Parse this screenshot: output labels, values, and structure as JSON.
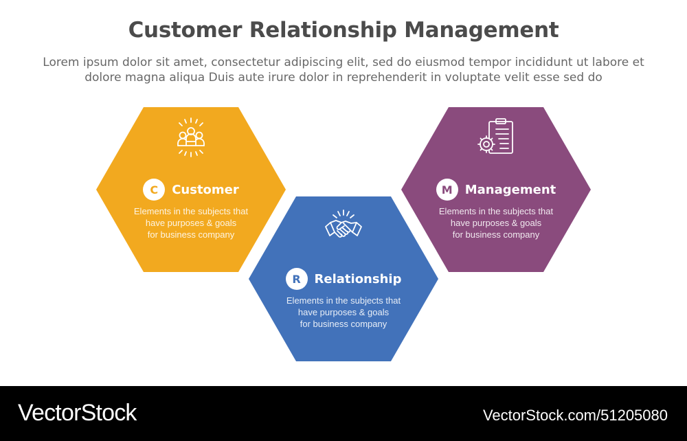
{
  "header": {
    "title": "Customer Relationship Management",
    "description": "Lorem ipsum dolor sit amet, consectetur adipiscing elit, sed do eiusmod tempor incididunt ut labore et dolore magna aliqua Duis aute irure dolor in reprehenderit in voluptate velit esse sed do"
  },
  "hexagons": [
    {
      "letter": "C",
      "title": "Customer",
      "description": "Elements in the subjects that\nhave  purposes & goals\nfor business company",
      "color": "#F2A91F",
      "icon": "people-group-icon"
    },
    {
      "letter": "R",
      "title": "Relationship",
      "description": "Elements in the subjects that\nhave  purposes & goals\nfor business company",
      "color": "#4272BA",
      "icon": "handshake-icon"
    },
    {
      "letter": "M",
      "title": "Management",
      "description": "Elements in the subjects that\nhave  purposes & goals\nfor business company",
      "color": "#8A4B7D",
      "icon": "clipboard-gear-icon"
    }
  ],
  "footer": {
    "brand": "VectorStock",
    "url": "VectorStock.com/51205080",
    "background": "#000000"
  }
}
